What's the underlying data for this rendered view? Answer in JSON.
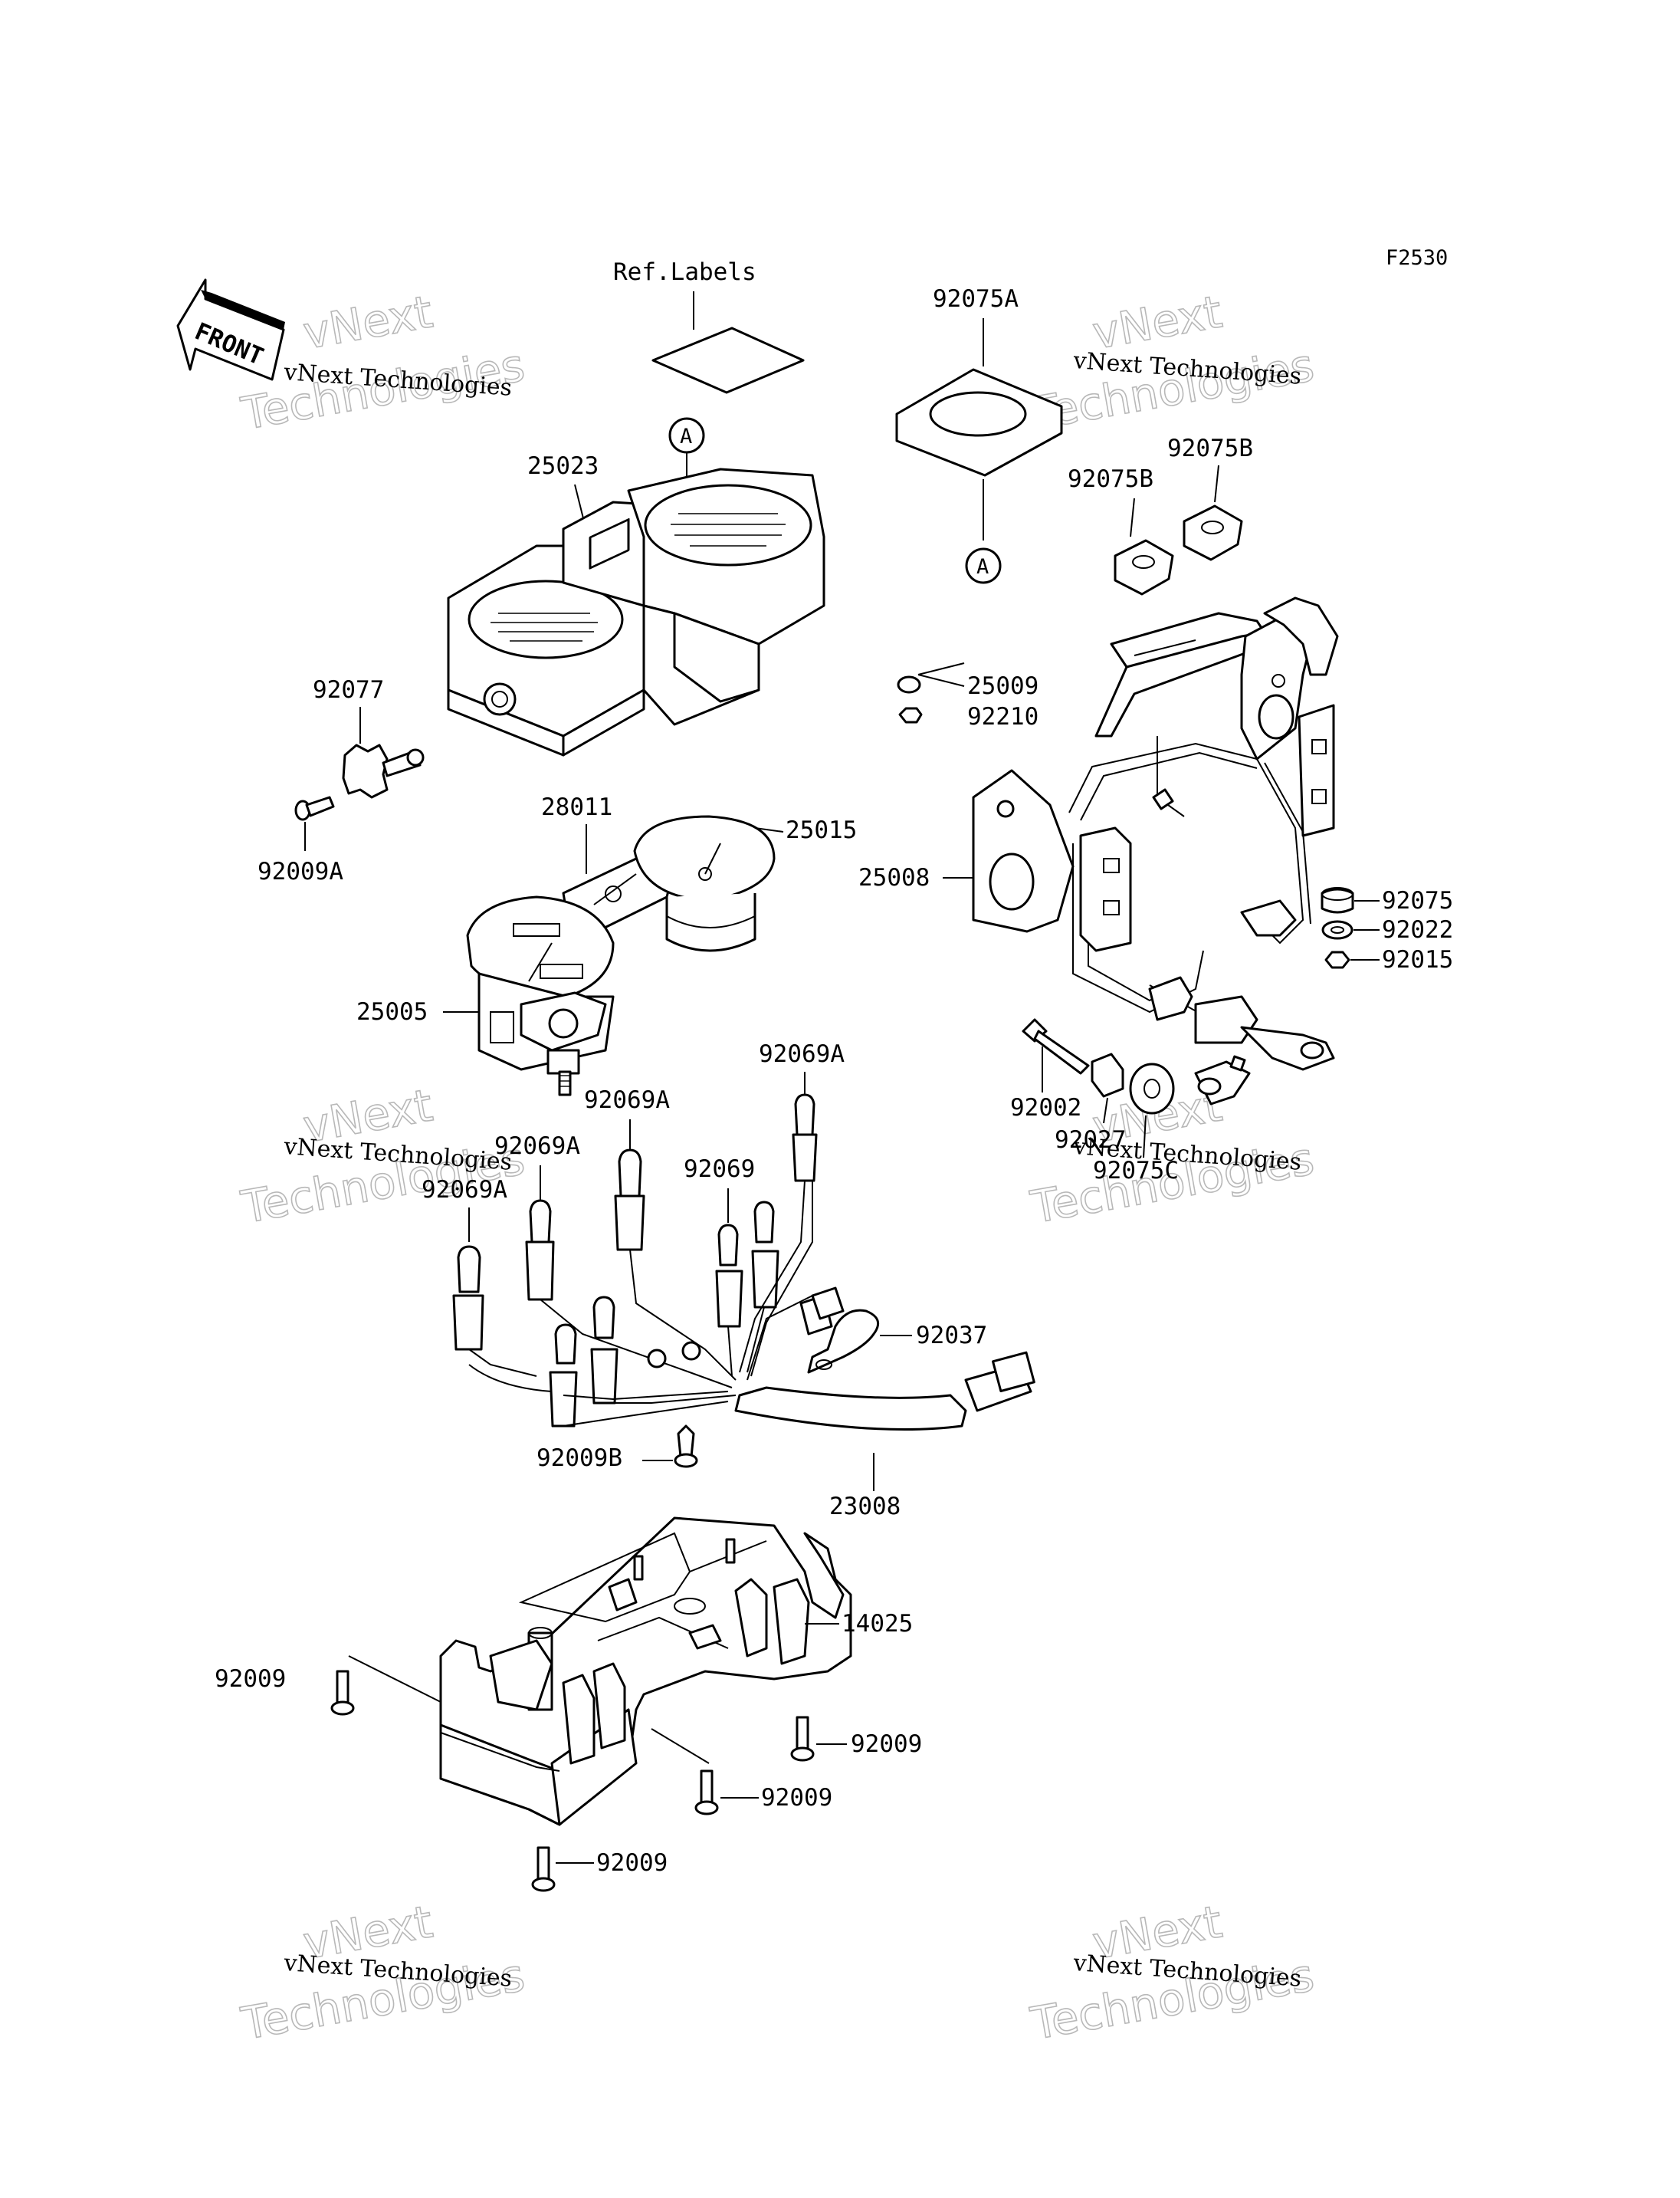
{
  "diagram_code": "F2530",
  "front_arrow_label": "FRONT",
  "ref_labels": "Ref.Labels",
  "callout_letter": "A",
  "watermark": {
    "line1": "vNext",
    "line2": "vNext Technologies",
    "line3": "Technologies"
  },
  "callouts": {
    "p92075A": "92075A",
    "p92075B_1": "92075B",
    "p92075B_2": "92075B",
    "p25023": "25023",
    "p25009": "25009",
    "p92210": "92210",
    "p92077": "92077",
    "p92009A": "92009A",
    "p28011": "28011",
    "p25015": "25015",
    "p25008": "25008",
    "p92075": "92075",
    "p92022": "92022",
    "p92015": "92015",
    "p25005": "25005",
    "p92002": "92002",
    "p92027": "92027",
    "p92075C": "92075C",
    "p92069A_1": "92069A",
    "p92069A_2": "92069A",
    "p92069A_3": "92069A",
    "p92069A_4": "92069A",
    "p92069": "92069",
    "p92037": "92037",
    "p92009B": "92009B",
    "p23008": "23008",
    "p14025": "14025",
    "p92009_1": "92009",
    "p92009_2": "92009",
    "p92009_3": "92009",
    "p92009_4": "92009"
  }
}
